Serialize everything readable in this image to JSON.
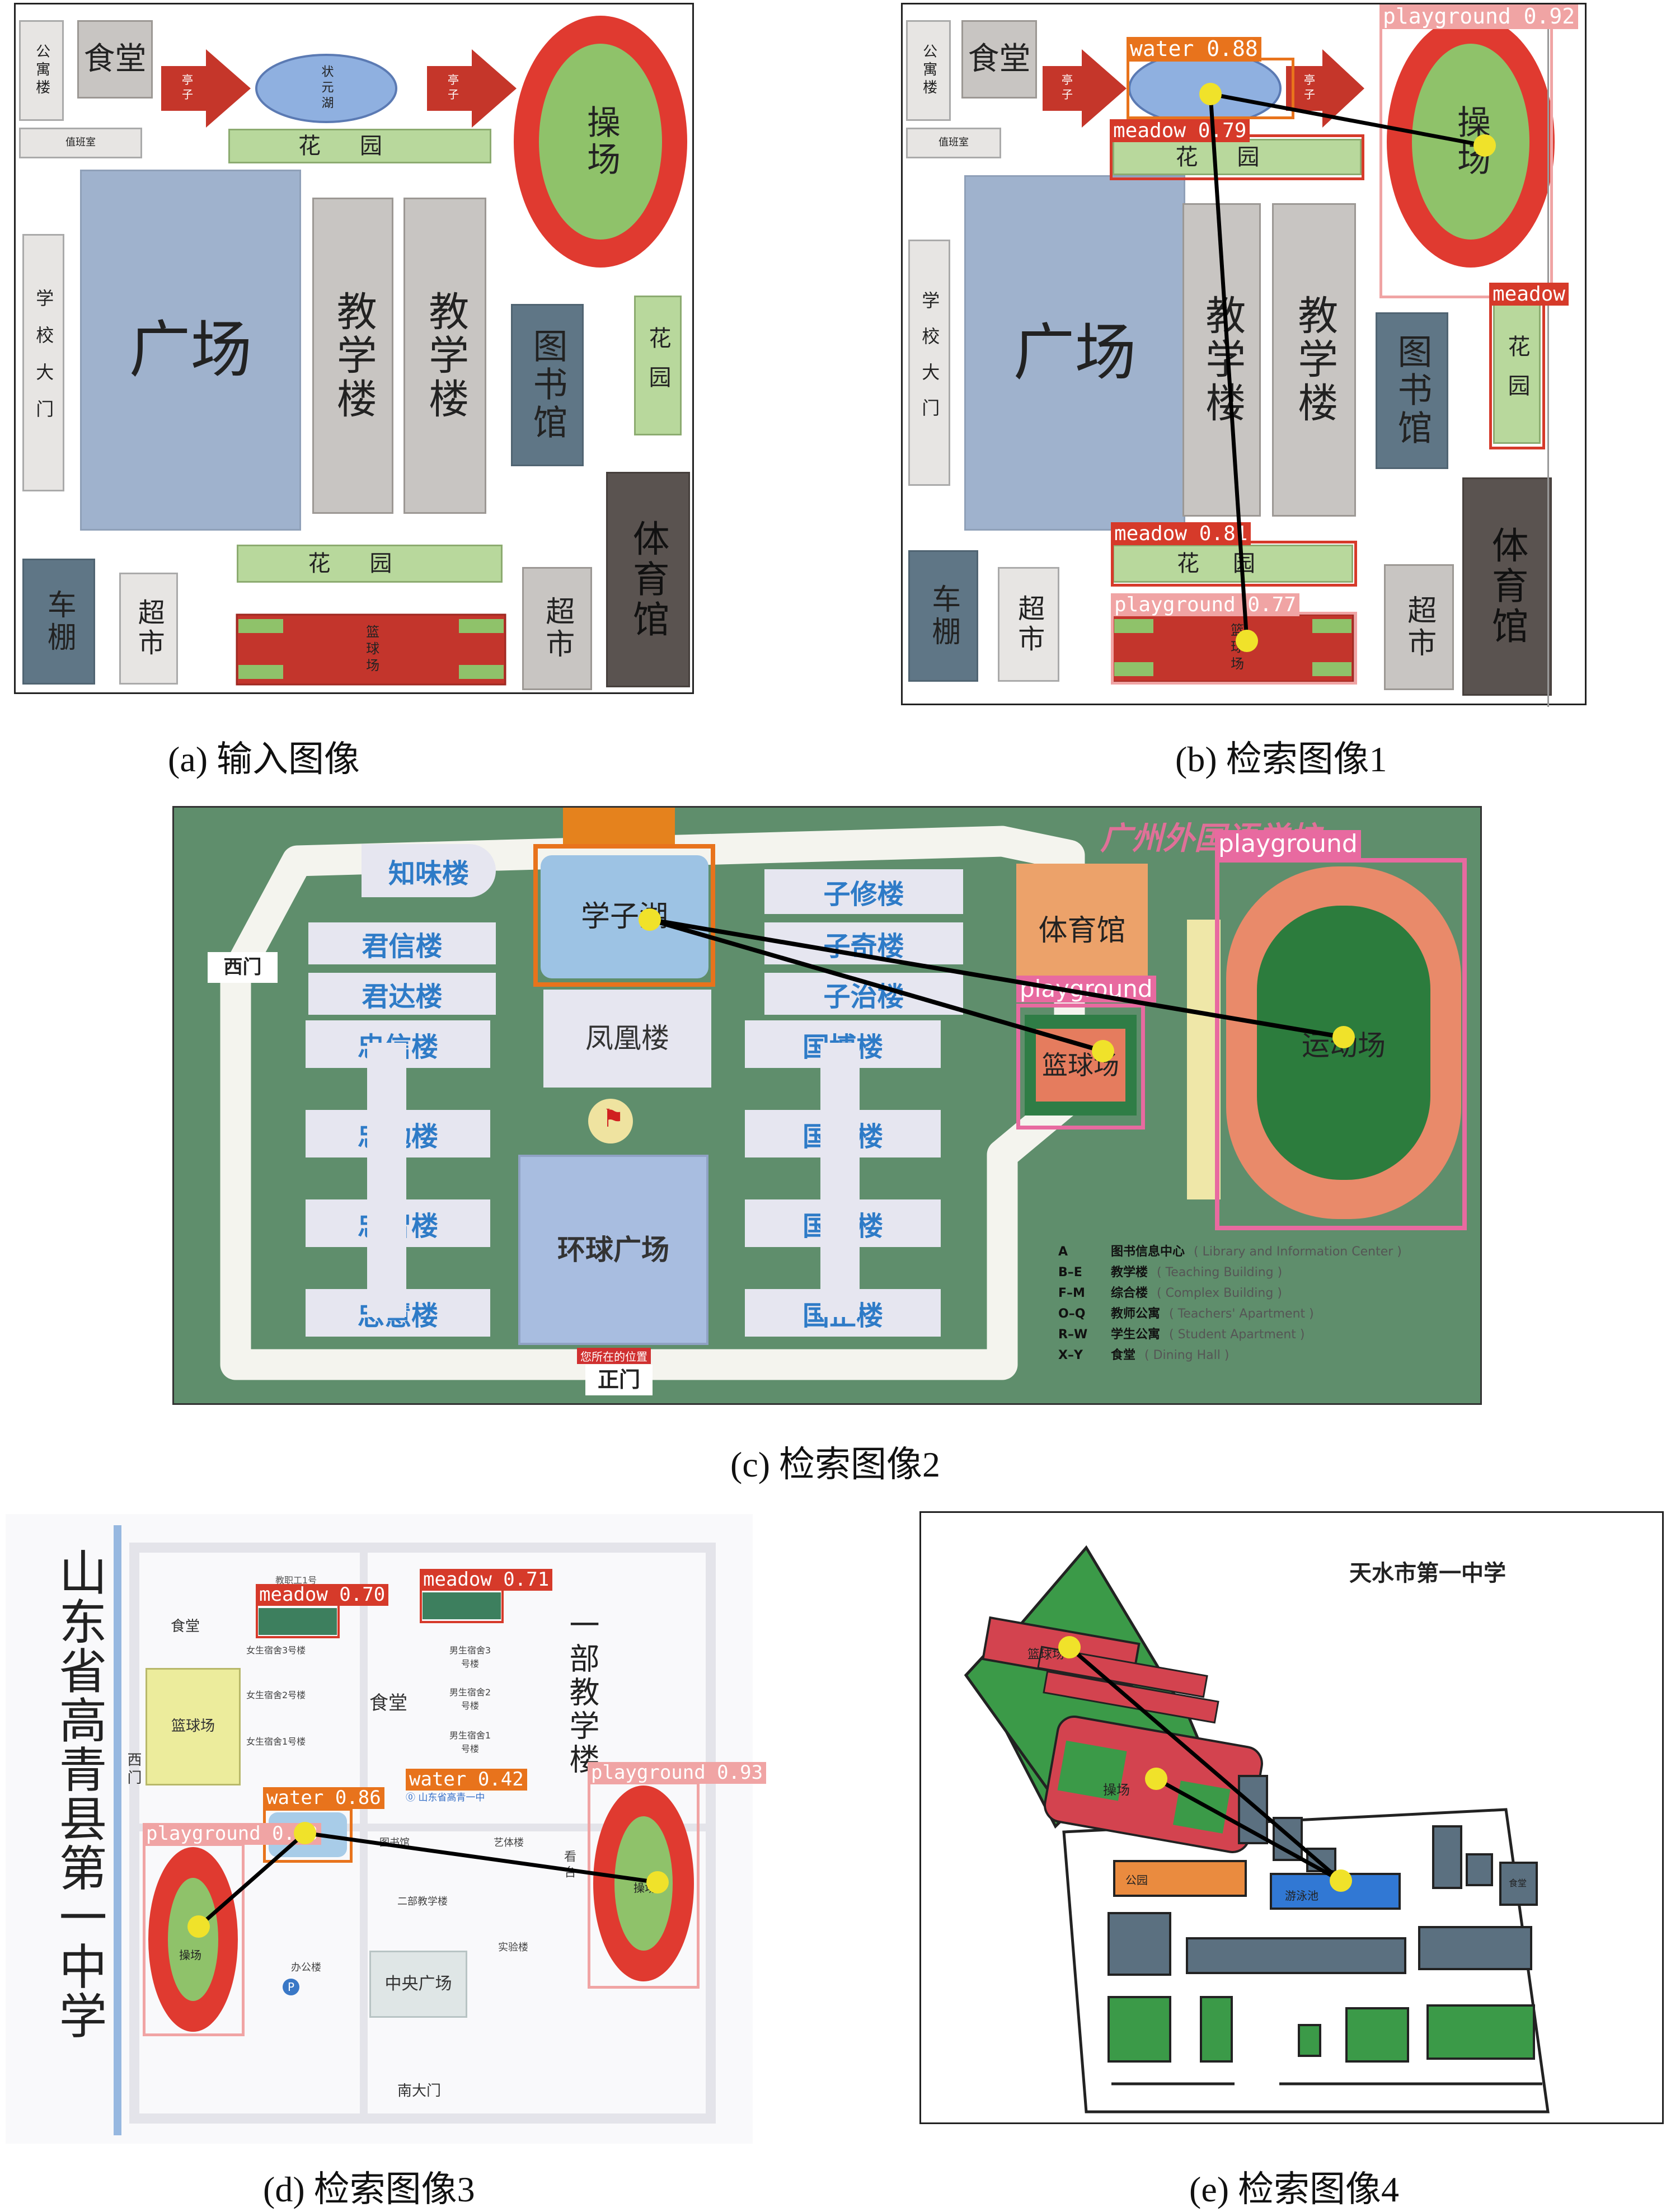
{
  "captions": {
    "a": "(a) 输入图像",
    "b": "(b) 检索图像1",
    "c": "(c) 检索图像2",
    "d": "(d) 检索图像3",
    "e": "(e) 检索图像4"
  },
  "map1": {
    "canteen": "食堂",
    "apartment": "公寓楼",
    "dorm": "值班室",
    "pavilion": "亭子",
    "lake": "状元湖",
    "garden": "花园",
    "playground": "操场",
    "square": "广场",
    "gate": "学校大门",
    "teaching": "教学楼",
    "library": "图书馆",
    "gym": "体育馆",
    "shed": "车棚",
    "market": "超市",
    "court": "篮球场"
  },
  "detections_b": {
    "water": "water 0.88",
    "playground_top": "playground 0.92",
    "meadow_top": "meadow 0.79",
    "meadow_right": "meadow",
    "meadow_bottom": "meadow 0.81",
    "playground_bottom": "playground 0.77"
  },
  "map2": {
    "school_name": "广州外国语学校",
    "buildings_left": [
      "知味楼",
      "君信楼",
      "君达楼",
      "忠信楼",
      "忠勉楼",
      "忠智楼",
      "忠慧楼"
    ],
    "buildings_right": [
      "子修楼",
      "子奇楼",
      "子治楼",
      "国博楼",
      "国学楼",
      "国雅楼",
      "国正楼"
    ],
    "lake": "学子湖",
    "phoenix": "凤凰楼",
    "global_square": "环球广场",
    "gym": "体育馆",
    "court": "篮球场",
    "stadium": "运动场",
    "west_gate": "西门",
    "main_gate": "正门",
    "you_are_here": "您所在的位置",
    "label_playground_1": "playground",
    "label_playground_2": "playground",
    "legend": [
      {
        "code": "A",
        "text": "图书信息中心",
        "en": "( Library and Information Center )"
      },
      {
        "code": "B–E",
        "text": "教学楼",
        "en": "( Teaching Building )"
      },
      {
        "code": "F–M",
        "text": "综合楼",
        "en": "( Complex Building )"
      },
      {
        "code": "O–Q",
        "text": "教师公寓",
        "en": "( Teachers' Apartment )"
      },
      {
        "code": "R–W",
        "text": "学生公寓",
        "en": "( Student Apartment )"
      },
      {
        "code": "X–Y",
        "text": "食堂",
        "en": "( Dining Hall )"
      }
    ]
  },
  "map3": {
    "school_name": "山东省高青县第一中学",
    "teaching_1": "一部教学楼",
    "canteen_1": "食堂",
    "canteen_2": "食堂",
    "court": "篮球场",
    "west_gate": "西门",
    "south_gate": "南大门",
    "central_square": "中央广场",
    "library": "图书馆",
    "teaching_2": "二部教学楼",
    "art": "艺体楼",
    "lab": "实验楼",
    "office": "办公楼",
    "stand": "看台",
    "pin": "山东省高青一中",
    "teacher_dorm": "教职工1号",
    "girls3": "女生宿舍3号楼",
    "girls2": "女生宿舍2号楼",
    "girls1": "女生宿舍1号楼",
    "boys3": "男生宿舍3号楼",
    "boys2": "男生宿舍2号楼",
    "boys1": "男生宿舍1号楼",
    "playground_text": "操场",
    "det_meadow_1": "meadow 0.70",
    "det_meadow_2": "meadow 0.71",
    "det_playground_left": "playground 0.93",
    "det_water_1": "water 0.86",
    "det_water_2": "water 0.42",
    "det_playground_right": "playground 0.93"
  },
  "map4": {
    "school_name": "天水市第一中学",
    "court": "篮球场",
    "playground": "操场",
    "park": "公园",
    "pool": "游泳池",
    "canteen": "食堂"
  }
}
